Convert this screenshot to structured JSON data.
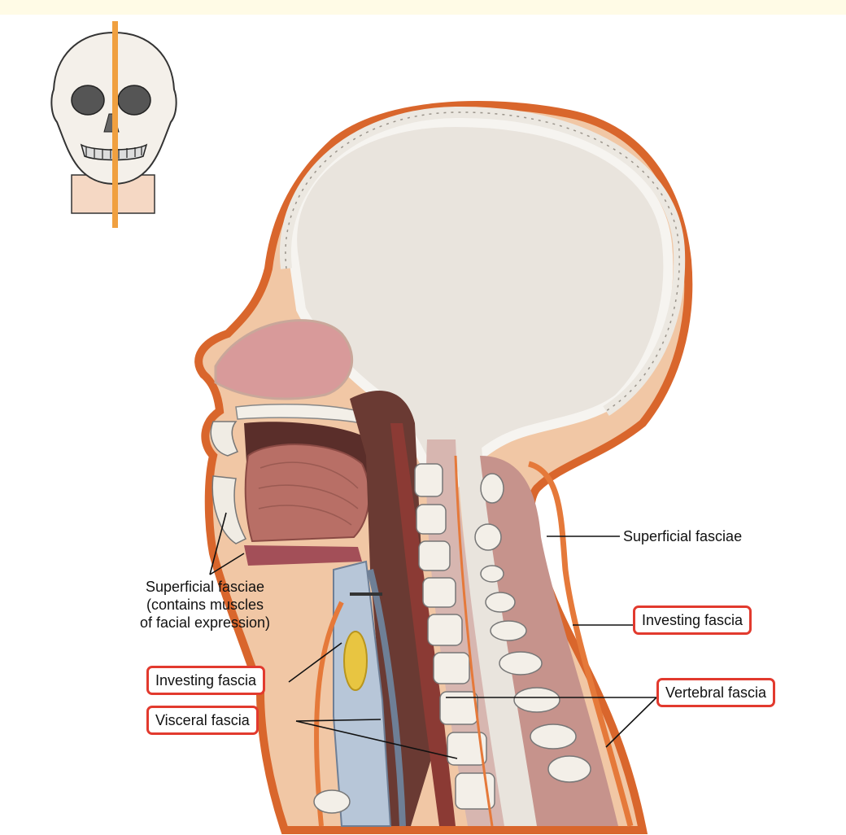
{
  "figure": {
    "orientation_icon": "skull-section-icon",
    "labels": {
      "superficial_right": "Superficial fasciae",
      "investing_right": "Investing fascia",
      "vertebral": "Vertebral fascia",
      "superficial_left_1": "Superficial fasciae",
      "superficial_left_2": "(contains muscles",
      "superficial_left_3": "of facial expression)",
      "investing_left": "Investing fascia",
      "visceral": "Visceral fascia"
    },
    "colors": {
      "highlight_box": "#e23a2e",
      "fascia_orange": "#e5793a",
      "section_line": "#f0a040",
      "brain": "#e8e3dc",
      "skin": "#f4dcc6",
      "muscle": "#c98a86",
      "vertebra": "#f3efe8"
    }
  }
}
